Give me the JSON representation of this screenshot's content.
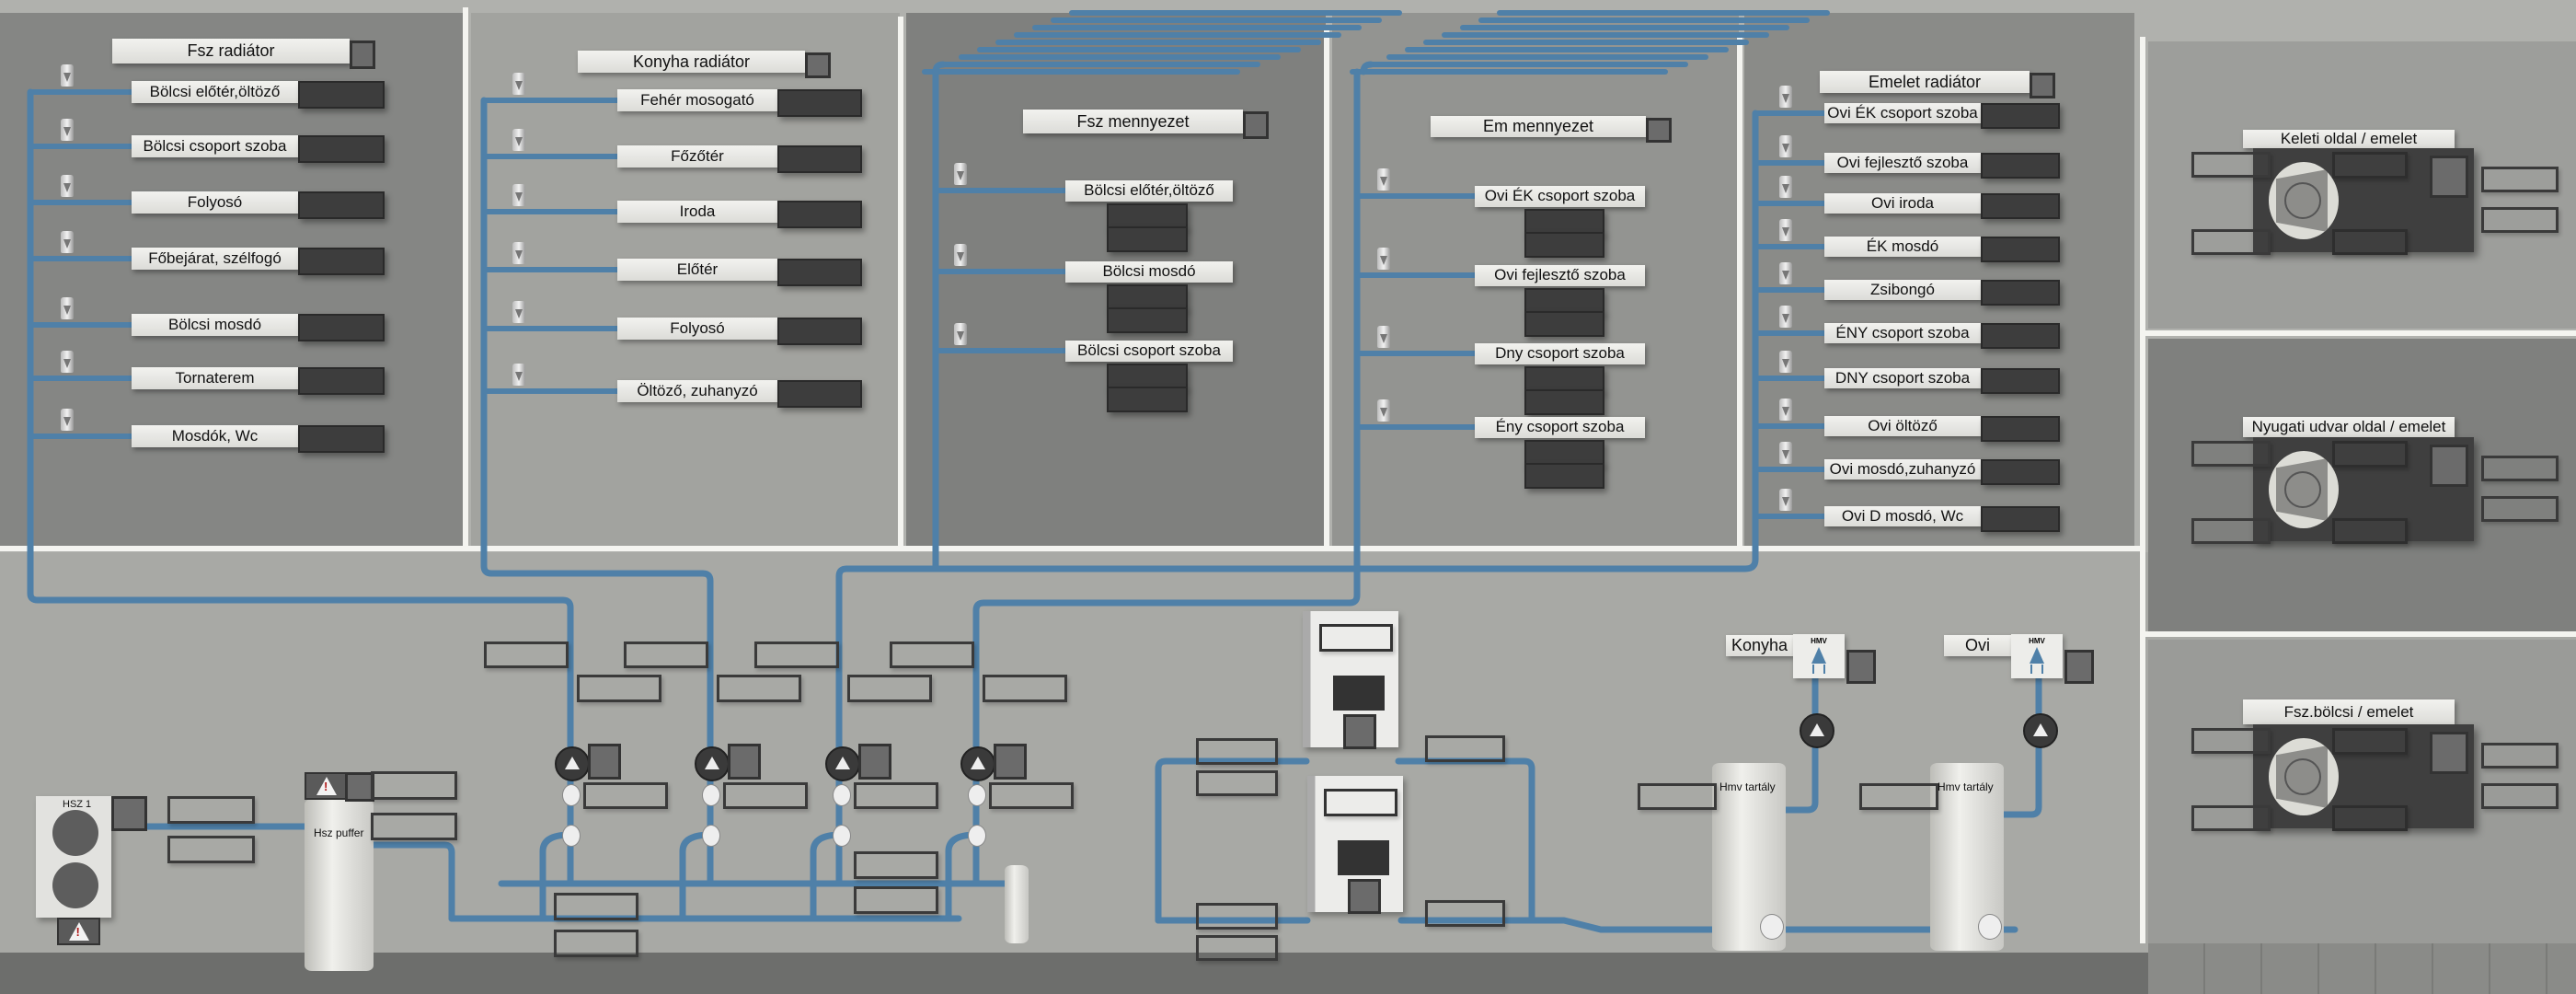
{
  "colors": {
    "pipe": "#4f80a8",
    "wall": "#a8a9a5",
    "floor": "#6d6e6c",
    "panel_dark": "#3d3d3d"
  },
  "panels": [
    {
      "title": "Fsz radiátor",
      "rows": [
        "Bölcsi előtér,öltöző",
        "Bölcsi csoport szoba",
        "Folyosó",
        "Főbejárat, szélfogó",
        "Bölcsi mosdó",
        "Tornaterem",
        "Mosdók, Wc"
      ]
    },
    {
      "title": "Konyha radiátor",
      "rows": [
        "Fehér mosogató",
        "Főzőtér",
        "Iroda",
        "Előtér",
        "Folyosó",
        "Öltöző, zuhanyzó"
      ]
    },
    {
      "title": "Fsz mennyezet",
      "rows": [
        "Bölcsi előtér,öltöző",
        "Bölcsi mosdó",
        "Bölcsi csoport szoba"
      ]
    },
    {
      "title": "Em mennyezet",
      "rows": [
        "Ovi ÉK csoport szoba",
        "Ovi fejlesztő szoba",
        "Dny csoport szoba",
        "Ény csoport szoba"
      ]
    },
    {
      "title": "Emelet radiátor",
      "rows": [
        "Ovi ÉK csoport szoba",
        "Ovi fejlesztő szoba",
        "Ovi iroda",
        "ÉK mosdó",
        "Zsibongó",
        "ÉNY csoport szoba",
        "DNY csoport szoba",
        "Ovi öltöző",
        "Ovi mosdó,zuhanyzó",
        "Ovi D mosdó, Wc"
      ]
    }
  ],
  "ventilation": [
    {
      "title": "Keleti oldal / emelet"
    },
    {
      "title": "Nyugati udvar oldal / emelet"
    },
    {
      "title": "Fsz.bölcsi / emelet"
    }
  ],
  "plant": {
    "heat_pump": "HSZ 1",
    "buffer": "Hsz puffer",
    "dhw": [
      {
        "label": "Konyha",
        "badge": "HMV",
        "tank": "Hmv tartály"
      },
      {
        "label": "Ovi",
        "badge": "HMV",
        "tank": "Hmv tartály"
      }
    ]
  }
}
